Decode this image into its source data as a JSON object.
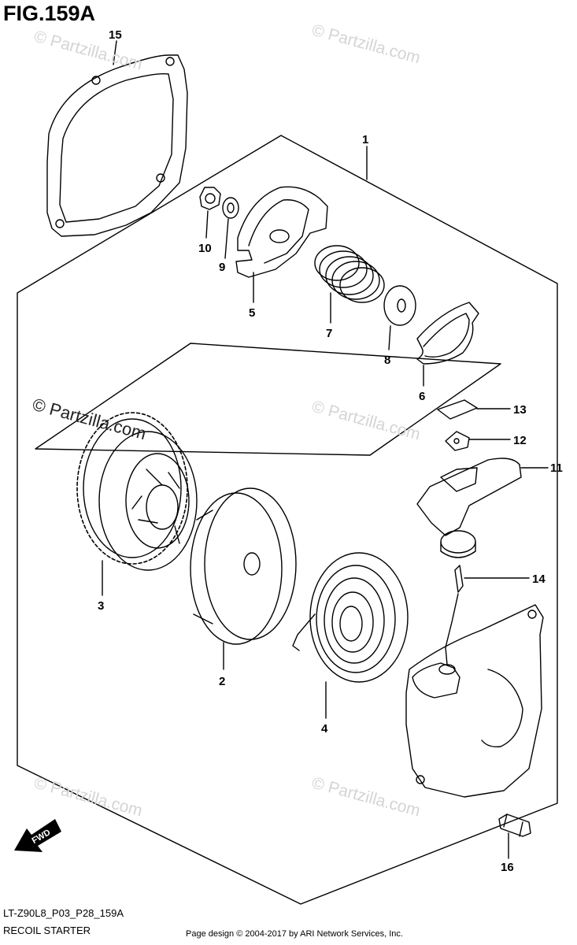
{
  "figure": {
    "title": "FIG.159A"
  },
  "footer": {
    "code": "LT-Z90L8_P03_P28_159A",
    "caption": "RECOIL STARTER",
    "credit": "Page design © 2004-2017 by ARI Network Services, Inc."
  },
  "watermark": {
    "text": "© Partzilla.com",
    "color": "#d4d4d4"
  },
  "fwd_label": "FWD",
  "parts": [
    {
      "number": "1"
    },
    {
      "number": "2"
    },
    {
      "number": "3"
    },
    {
      "number": "4"
    },
    {
      "number": "5"
    },
    {
      "number": "6"
    },
    {
      "number": "7"
    },
    {
      "number": "8"
    },
    {
      "number": "9"
    },
    {
      "number": "10"
    },
    {
      "number": "11"
    },
    {
      "number": "12"
    },
    {
      "number": "13"
    },
    {
      "number": "14"
    },
    {
      "number": "15"
    },
    {
      "number": "16"
    }
  ]
}
